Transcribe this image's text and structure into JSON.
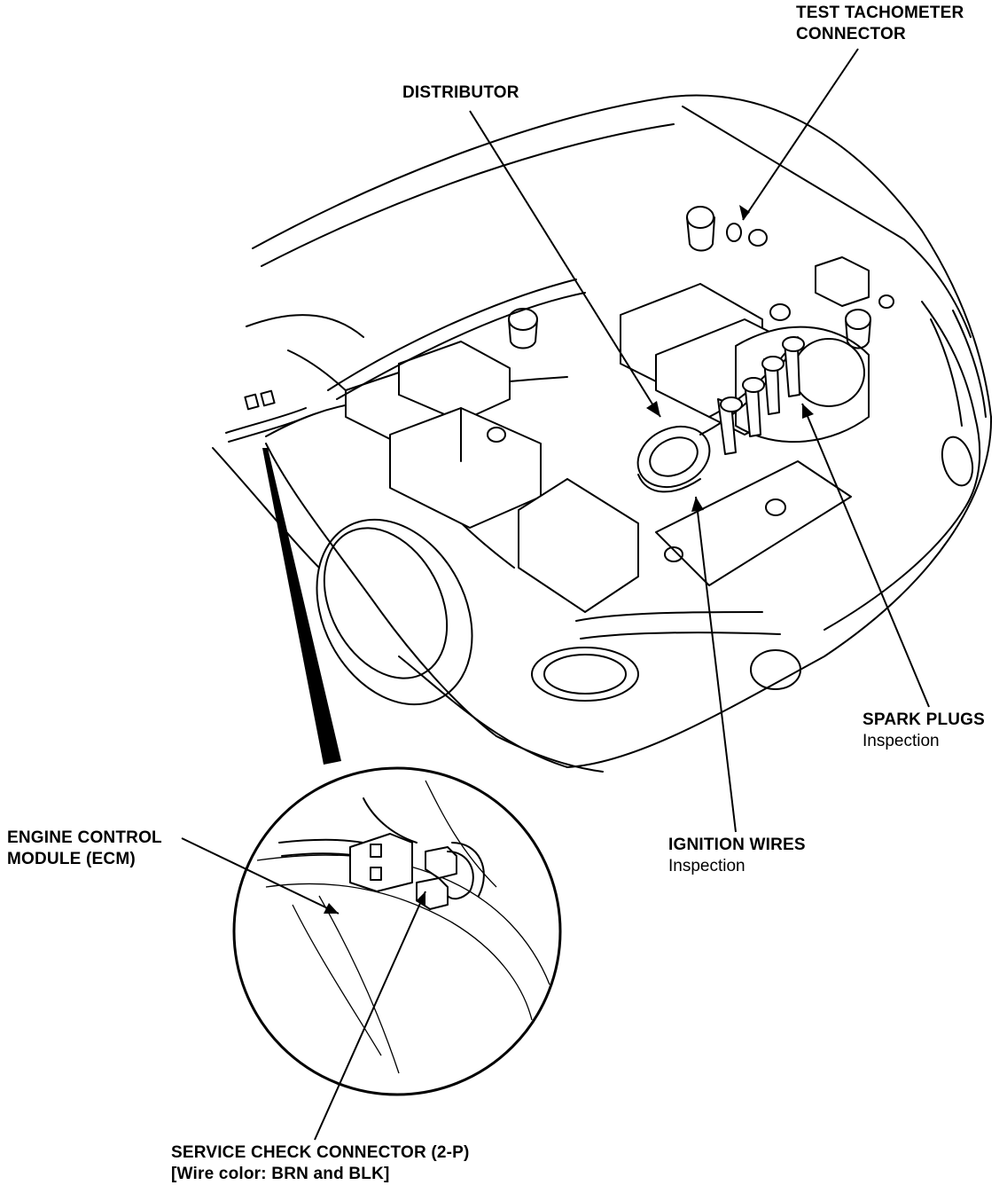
{
  "labels": {
    "test_tachometer": {
      "line1": "TEST TACHOMETER",
      "line2": "CONNECTOR"
    },
    "distributor": {
      "title": "DISTRIBUTOR"
    },
    "spark_plugs": {
      "title": "SPARK PLUGS",
      "subtitle": "Inspection"
    },
    "ignition_wires": {
      "title": "IGNITION WIRES",
      "subtitle": "Inspection"
    },
    "ecm": {
      "line1": "ENGINE CONTROL",
      "line2": "MODULE (ECM)"
    },
    "service_check": {
      "line1": "SERVICE CHECK CONNECTOR (2-P)",
      "line2": "[Wire color: BRN and BLK]"
    }
  }
}
